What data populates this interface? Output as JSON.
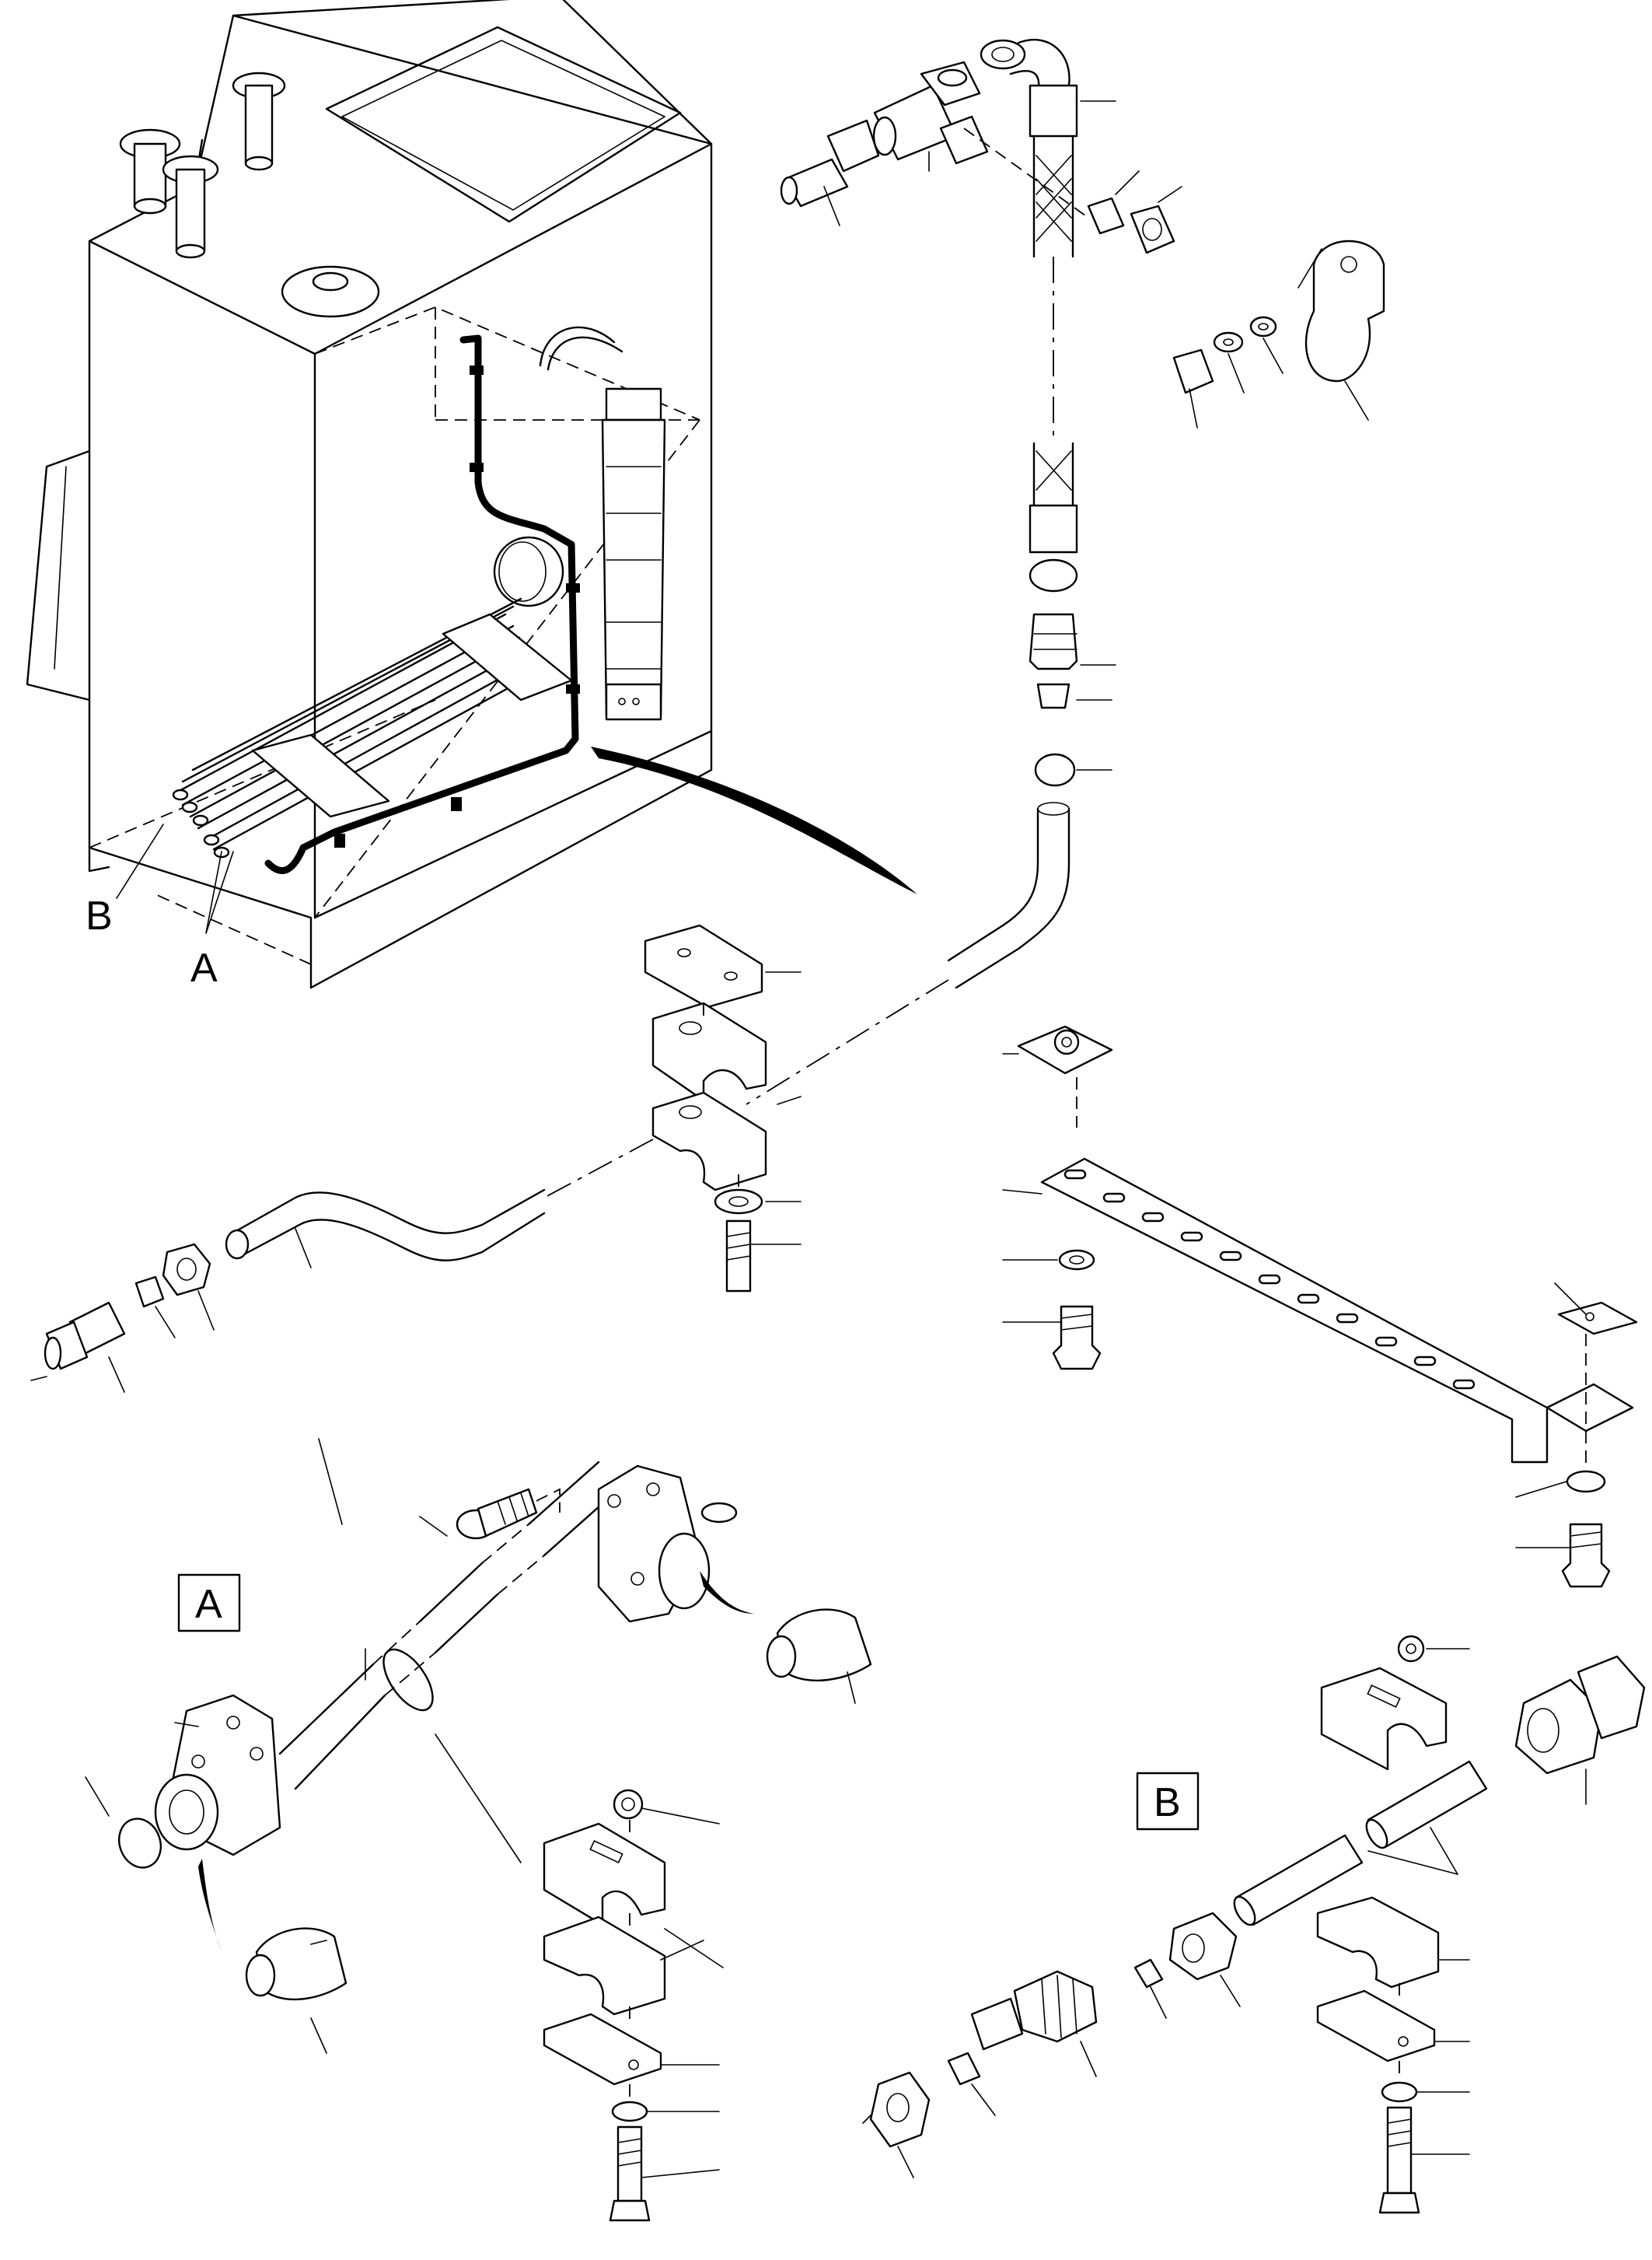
{
  "callouts": {
    "detail_a_label": "A",
    "detail_b_label": "B",
    "tank_pointer_a": "A",
    "tank_pointer_b": "B"
  },
  "style": {
    "line_color": "#000000",
    "background": "#ffffff"
  }
}
